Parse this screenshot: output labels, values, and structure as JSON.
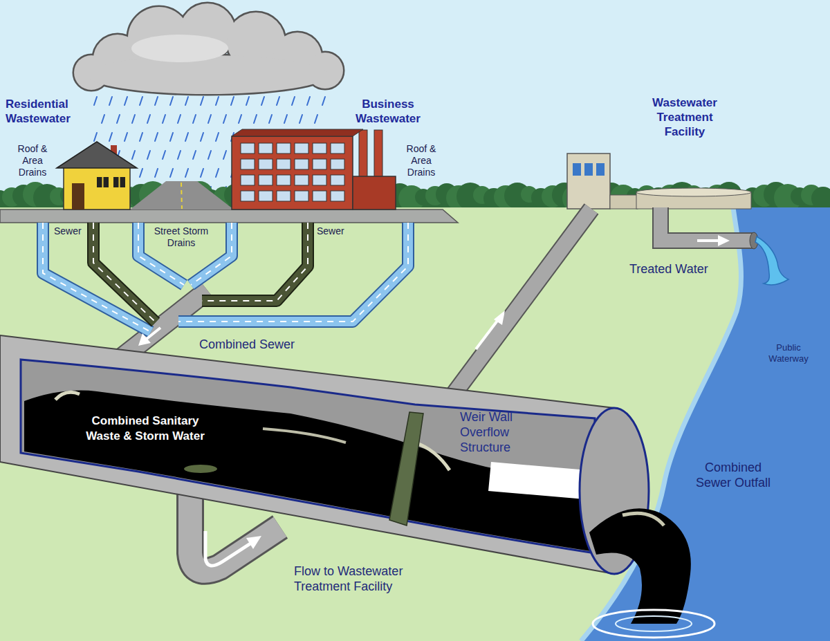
{
  "diagram": {
    "labels": [
      "Residential Wastewater",
      "Roof & Area Drains",
      "Business Wastewater",
      "Roof & Area Drains",
      "Wastewater Treatment Facility",
      "Sewer",
      "Street Storm Drains",
      "Sewer",
      "Treated Water",
      "Combined Sewer",
      "Public Waterway",
      "Combined Sanitary Waste & Storm Water",
      "Weir Wall Overflow Structure",
      "Combined Sewer Outfall",
      "Flow to Wastewater Treatment Facility"
    ]
  }
}
